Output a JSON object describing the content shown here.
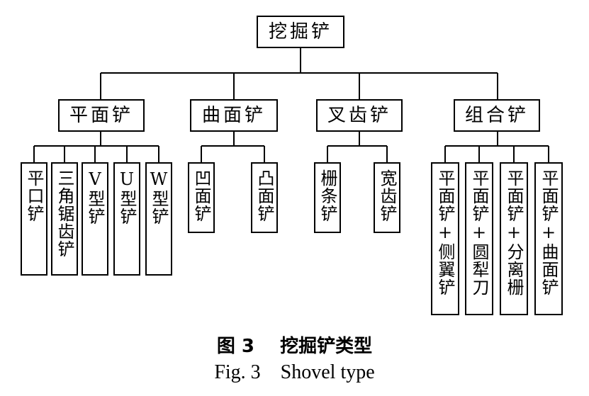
{
  "diagram": {
    "root": "挖掘铲",
    "categories": [
      {
        "label": "平面铲",
        "children": [
          "平口铲",
          "三角锯齿铲",
          "V型铲",
          "U型铲",
          "W型铲"
        ]
      },
      {
        "label": "曲面铲",
        "children": [
          "凹面铲",
          "凸面铲"
        ]
      },
      {
        "label": "叉齿铲",
        "children": [
          "栅条铲",
          "宽齿铲"
        ]
      },
      {
        "label": "组合铲",
        "children": [
          "平面铲+侧翼铲",
          "平面铲+圆犁刀",
          "平面铲+分离栅",
          "平面铲+曲面铲"
        ]
      }
    ]
  },
  "caption": {
    "cn": "图 3    挖掘铲类型",
    "en": "Fig. 3    Shovel type"
  }
}
